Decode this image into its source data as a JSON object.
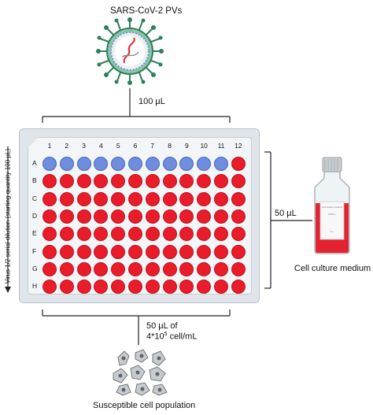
{
  "virus_label": "SARS-CoV-2 PVs",
  "virus_volume": "100 µL",
  "medium_volume": "50 µL",
  "medium_label": "Cell culture medium",
  "cells_volume": "50 µL of",
  "cells_conc_pre": "4*10",
  "cells_conc_exp": "5",
  "cells_conc_post": " cell/mL",
  "population_label": "Susceptible cell population",
  "dilution_label": "Virus 1/2 serial dilution (starting quantity 100 µL)",
  "plate": {
    "columns": [
      "1",
      "2",
      "3",
      "4",
      "5",
      "6",
      "7",
      "8",
      "9",
      "10",
      "11",
      "12"
    ],
    "rows": [
      "A",
      "B",
      "C",
      "D",
      "E",
      "F",
      "G",
      "H"
    ],
    "row_a_colors": [
      "blue",
      "blue",
      "blue",
      "blue",
      "blue",
      "blue",
      "blue",
      "blue",
      "blue",
      "blue",
      "blue",
      "red"
    ],
    "other_rows_color": "red"
  },
  "bottle": {
    "label_line1": "Cell culture medium",
    "label_line2": "500mL",
    "label_line3": "1 L"
  },
  "colors": {
    "well_red": "#ea1c2a",
    "well_blue": "#6f8ddf",
    "virus_spikes": "#2e7f5b"
  }
}
